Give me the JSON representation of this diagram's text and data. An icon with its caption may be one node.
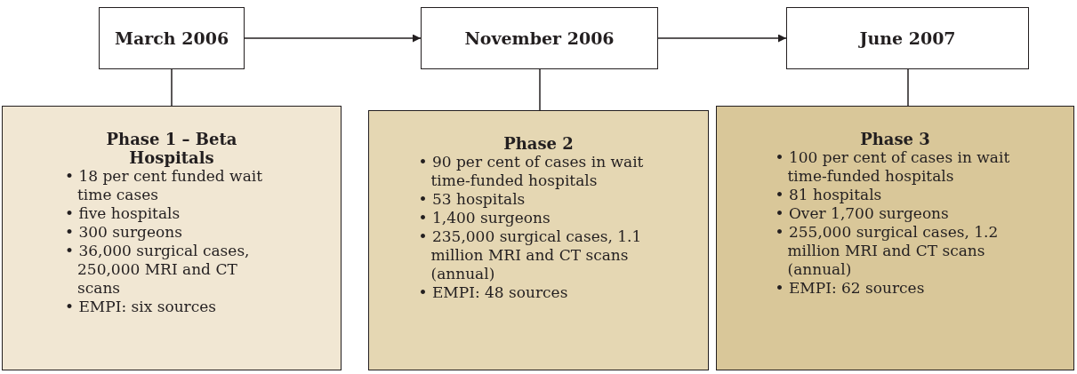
{
  "diagram": {
    "nodes": [
      {
        "text": [
          "March 2006"
        ]
      },
      {
        "text": [
          "Phase 1 – Beta Hospitals",
          "• 18 per cent funded wait time cases",
          "• five hospitals",
          "• 300 surgeons",
          "• 36,000 surgical cases, 250,000 MRI and CT scans",
          "• EMPI: six sources"
        ]
      },
      {
        "text": [
          "November 2006"
        ]
      },
      {
        "text": [
          "Phase 2",
          "• 90 per cent of cases in wait time-funded hospitals",
          "• 53 hospitals",
          "• 1,400 surgeons",
          "• 235,000 surgical cases, 1.1 million MRI and CT scans (annual)",
          "• EMPI: 48 sources"
        ]
      },
      {
        "text": [
          "June 2007"
        ]
      },
      {
        "text": [
          "Phase 3",
          "• 100 per cent of cases in wait time-funded hospitals",
          "• 81 hospitals",
          "• Over 1,700 surgeons",
          "• 255,000 surgical cases, 1.2 million MRI and CT scans (annual)",
          "• EMPI: 62 sources"
        ]
      }
    ],
    "edges": [
      {
        "from": 0,
        "to": 2,
        "arrow": "to"
      },
      {
        "from": 2,
        "to": 4,
        "arrow": "to"
      },
      {
        "from": 0,
        "to": 1,
        "arrow": "none"
      },
      {
        "from": 2,
        "to": 3,
        "arrow": "none"
      },
      {
        "from": 4,
        "to": 5,
        "arrow": "none"
      }
    ]
  }
}
